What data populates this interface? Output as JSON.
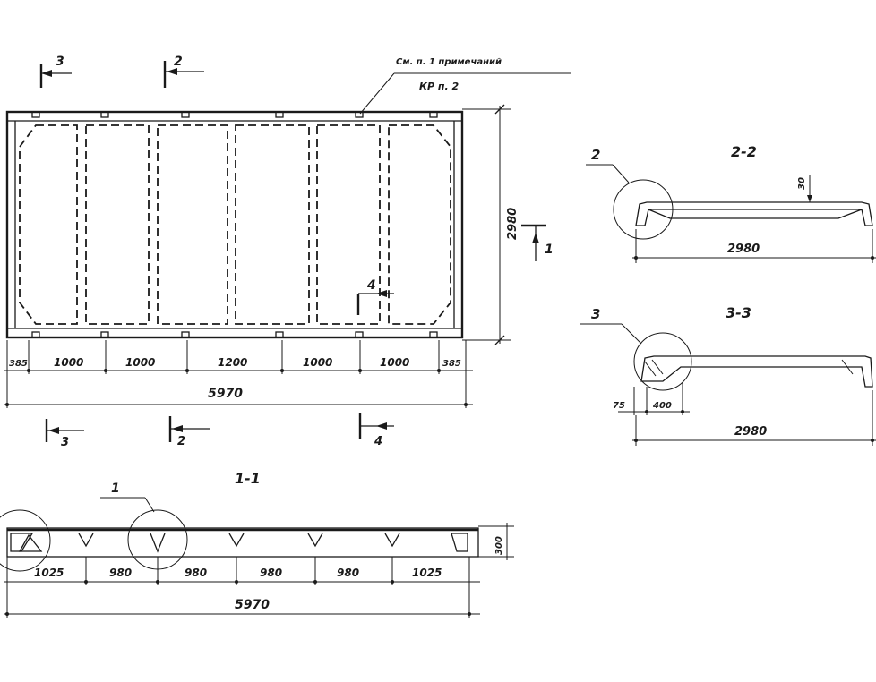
{
  "note": {
    "line1": "См. п. 1 примечаний",
    "line2": "КР п. 2"
  },
  "plan": {
    "cut_marks_top": [
      "3",
      "2"
    ],
    "cut_marks_bottom": [
      "3",
      "2",
      "4"
    ],
    "cut_mark_side_4": "4",
    "cut_mark_right_1": "1",
    "height_dim": "2980",
    "segment_dims": [
      "385",
      "1000",
      "1000",
      "1200",
      "1000",
      "1000",
      "385"
    ],
    "total_dim": "5970"
  },
  "section_1_1": {
    "title": "1-1",
    "callout": "1",
    "depth_dim": "300",
    "segment_dims": [
      "1025",
      "980",
      "980",
      "980",
      "980",
      "1025"
    ],
    "total_dim": "5970"
  },
  "section_2_2": {
    "title": "2-2",
    "callout": "2",
    "thickness_dim": "30",
    "width_dim": "2980"
  },
  "section_3_3": {
    "title": "3-3",
    "callout": "3",
    "small_dims": [
      "75",
      "400"
    ],
    "width_dim": "2980"
  }
}
